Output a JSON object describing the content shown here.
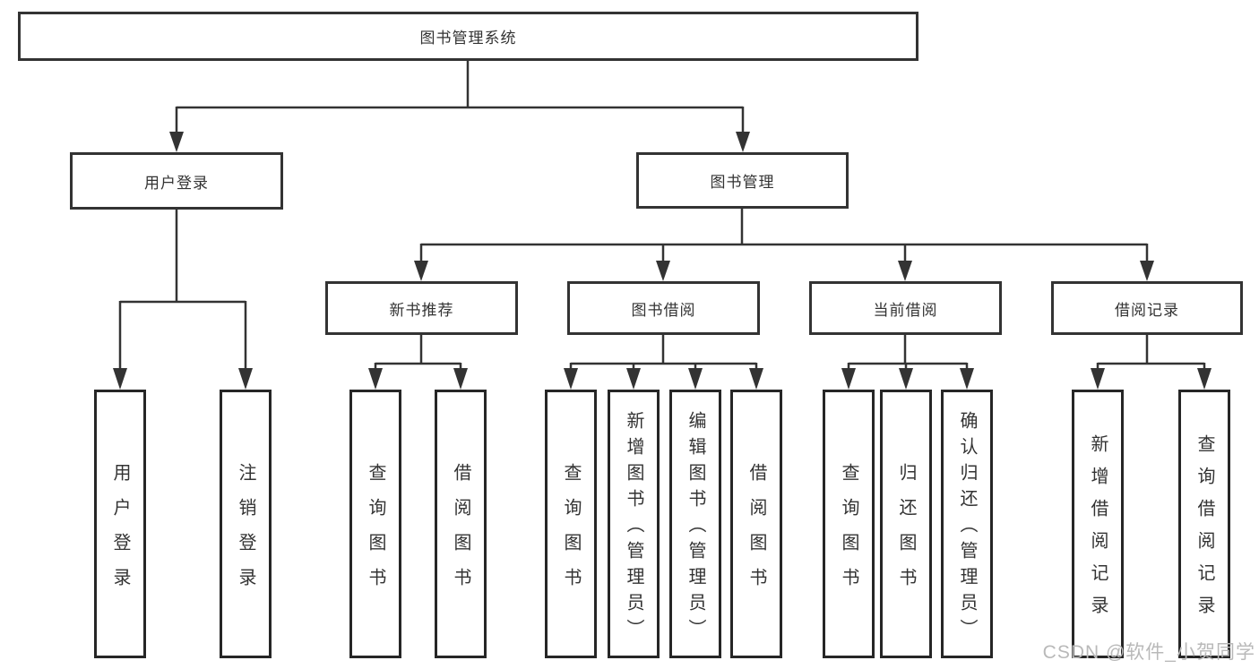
{
  "tree": {
    "root": "图书管理系统",
    "level2": [
      "用户登录",
      "图书管理"
    ],
    "level3": [
      "新书推荐",
      "图书借阅",
      "当前借阅",
      "借阅记录"
    ],
    "leaves": {
      "user_login": [
        "用户登录",
        "注销登录"
      ],
      "new_books": [
        "查询图书",
        "借阅图书"
      ],
      "book_borrow": [
        "查询图书",
        "新增图书（管理员）",
        "编辑图书（管理员）",
        "借阅图书"
      ],
      "current_borrow": [
        "查询图书",
        "归还图书",
        "确认归还（管理员）"
      ],
      "borrow_records": [
        "新增借阅记录",
        "查询借阅记录"
      ]
    }
  },
  "watermark": {
    "text": "CSDN @软件_小贺同学"
  },
  "colors": {
    "line": "#333333",
    "box_border": "#2f2f2f",
    "text": "#333333",
    "watermark_text": "#b9b9b9",
    "background": "#ffffff"
  }
}
